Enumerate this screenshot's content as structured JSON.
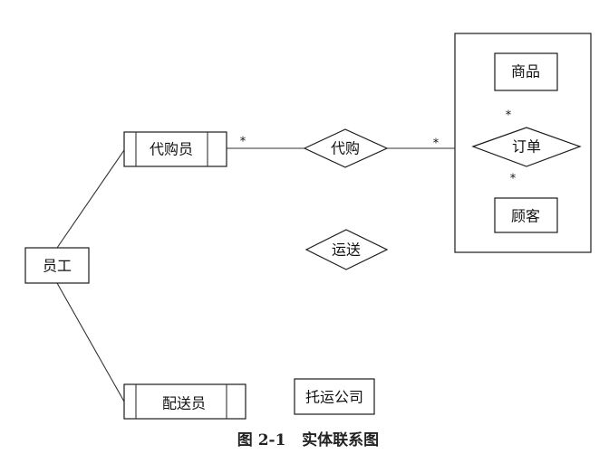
{
  "diagram": {
    "caption": "图 2-1   实体联系图",
    "entities": {
      "employee": "员工",
      "purchasing_agent": "代购员",
      "delivery_person": "配送员",
      "shipping_company": "托运公司",
      "product": "商品",
      "customer": "顾客"
    },
    "relationships": {
      "purchase": "代购",
      "transport": "运送",
      "order": "订单"
    },
    "cardinalities": {
      "agent_to_purchase": "*",
      "purchase_to_order_group": "*",
      "product_to_order": "*",
      "order_to_customer": "*"
    }
  }
}
